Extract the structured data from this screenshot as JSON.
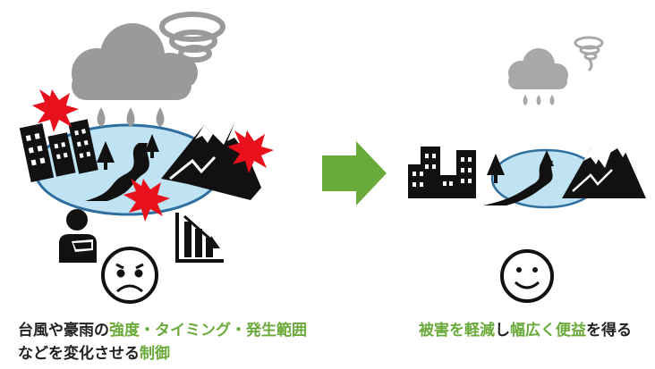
{
  "colors": {
    "accent": "#6aaa3a",
    "text": "#222222",
    "lake_fill": "#bfe3f3",
    "lake_stroke": "#2f6f9f",
    "cloud": "#9a9a9a",
    "cloud_small": "#a8a8a8",
    "burst": "#e8101a",
    "arrow": "#6aaa3a",
    "icon": "#111111"
  },
  "icons": {
    "left": [
      "storm-cloud-icon",
      "typhoon-icon",
      "raindrops-icon",
      "explosion-icon",
      "buildings-icon",
      "river-icon",
      "trees-icon",
      "mountain-icon",
      "injured-person-icon",
      "declining-chart-icon",
      "sad-face-icon"
    ],
    "right": [
      "small-cloud-icon",
      "small-typhoon-icon",
      "buildings-icon",
      "river-icon",
      "tree-icon",
      "mountain-icon",
      "smile-face-icon"
    ]
  },
  "captions": {
    "left_line1": {
      "prefix": "台風や豪雨の",
      "highlight": "強度・タイミング・発生範囲"
    },
    "left_line2": {
      "prefix": "などを変化させる",
      "highlight": "制御"
    },
    "right": {
      "part1": "被害を軽減",
      "part2": "し",
      "part3": "幅広く便益",
      "part4": "を得る"
    }
  }
}
